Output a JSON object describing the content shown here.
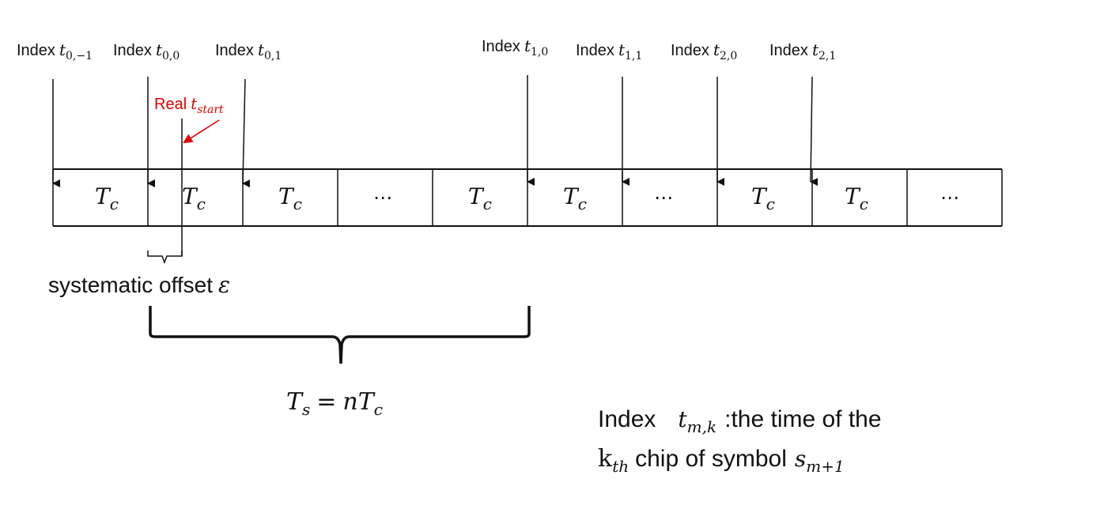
{
  "index_labels": [
    {
      "word": "Index",
      "var": "t",
      "sub": "0,−1"
    },
    {
      "word": "Index",
      "var": "t",
      "sub": "0,0"
    },
    {
      "word": "Index",
      "var": "t",
      "sub": "0,1"
    },
    {
      "word": "Index",
      "var": "t",
      "sub": "1,0"
    },
    {
      "word": "Index",
      "var": "t",
      "sub": "1,1"
    },
    {
      "word": "Index",
      "var": "t",
      "sub": "2,0"
    },
    {
      "word": "Index",
      "var": "t",
      "sub": "2,1"
    }
  ],
  "real_start": {
    "word": "Real",
    "var": "t",
    "sub": "start",
    "color": "#e00000"
  },
  "cells": [
    {
      "var": "T",
      "sub": "c"
    },
    {
      "var": "T",
      "sub": "c"
    },
    {
      "var": "T",
      "sub": "c"
    },
    {
      "ellipsis": "⋯"
    },
    {
      "var": "T",
      "sub": "c"
    },
    {
      "var": "T",
      "sub": "c"
    },
    {
      "ellipsis": "⋯"
    },
    {
      "var": "T",
      "sub": "c"
    },
    {
      "var": "T",
      "sub": "c"
    },
    {
      "ellipsis": "⋯"
    }
  ],
  "offset_label": {
    "text": "systematic offset",
    "var": "ε"
  },
  "symbol_period": {
    "lhs": "T",
    "lhs_sub": "s",
    "eq": "=",
    "rhs_n": "n",
    "rhs": "T",
    "rhs_sub": "c"
  },
  "legend": {
    "line1_word": "Index",
    "line1_var": "t",
    "line1_sub": "m,k",
    "line1_text": ":the time of the",
    "line2_k": "k",
    "line2_sub": "th",
    "line2_text": "chip of symbol",
    "line2_var": "s",
    "line2_varsub": "m+1"
  }
}
